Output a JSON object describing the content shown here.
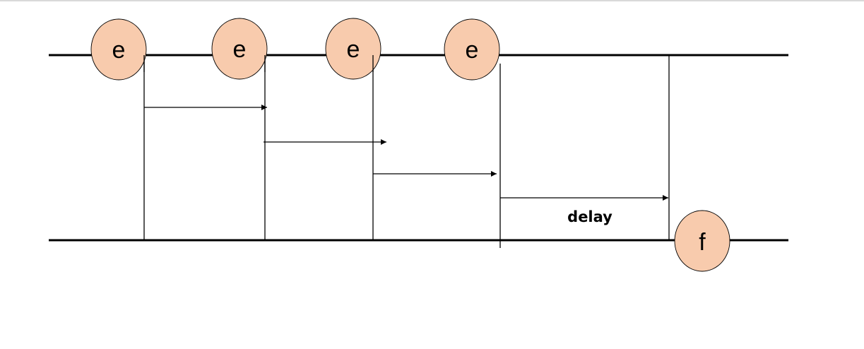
{
  "diagram": {
    "top_events": [
      {
        "label": "e"
      },
      {
        "label": "e"
      },
      {
        "label": "e"
      },
      {
        "label": "e"
      }
    ],
    "output_event": {
      "label": "f"
    },
    "delay_label": "delay",
    "colors": {
      "node_fill": "#f8cbad",
      "stroke": "#000000",
      "background": "#ffffff"
    }
  }
}
